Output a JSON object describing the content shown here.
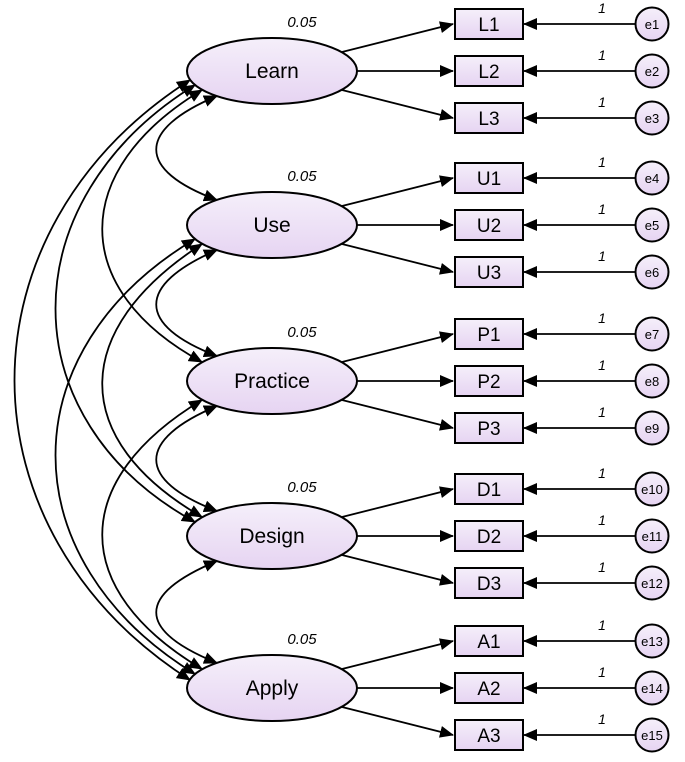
{
  "diagram": {
    "type": "sem-path-diagram",
    "latents": [
      {
        "label": "Learn",
        "variance": "0.05"
      },
      {
        "label": "Use",
        "variance": "0.05"
      },
      {
        "label": "Practice",
        "variance": "0.05"
      },
      {
        "label": "Design",
        "variance": "0.05"
      },
      {
        "label": "Apply",
        "variance": "0.05"
      }
    ],
    "indicators": [
      {
        "label": "L1"
      },
      {
        "label": "L2"
      },
      {
        "label": "L3"
      },
      {
        "label": "U1"
      },
      {
        "label": "U2"
      },
      {
        "label": "U3"
      },
      {
        "label": "P1"
      },
      {
        "label": "P2"
      },
      {
        "label": "P3"
      },
      {
        "label": "D1"
      },
      {
        "label": "D2"
      },
      {
        "label": "D3"
      },
      {
        "label": "A1"
      },
      {
        "label": "A2"
      },
      {
        "label": "A3"
      }
    ],
    "errors": [
      {
        "label": "e1",
        "loading": "1"
      },
      {
        "label": "e2",
        "loading": "1"
      },
      {
        "label": "e3",
        "loading": "1"
      },
      {
        "label": "e4",
        "loading": "1"
      },
      {
        "label": "e5",
        "loading": "1"
      },
      {
        "label": "e6",
        "loading": "1"
      },
      {
        "label": "e7",
        "loading": "1"
      },
      {
        "label": "e8",
        "loading": "1"
      },
      {
        "label": "e9",
        "loading": "1"
      },
      {
        "label": "e10",
        "loading": "1"
      },
      {
        "label": "e11",
        "loading": "1"
      },
      {
        "label": "e12",
        "loading": "1"
      },
      {
        "label": "e13",
        "loading": "1"
      },
      {
        "label": "e14",
        "loading": "1"
      },
      {
        "label": "e15",
        "loading": "1"
      }
    ],
    "colors": {
      "shape_fill_top": "#f5effa",
      "shape_fill_bottom": "#e6d4f2",
      "stroke": "#000000",
      "background": "#ffffff"
    }
  }
}
